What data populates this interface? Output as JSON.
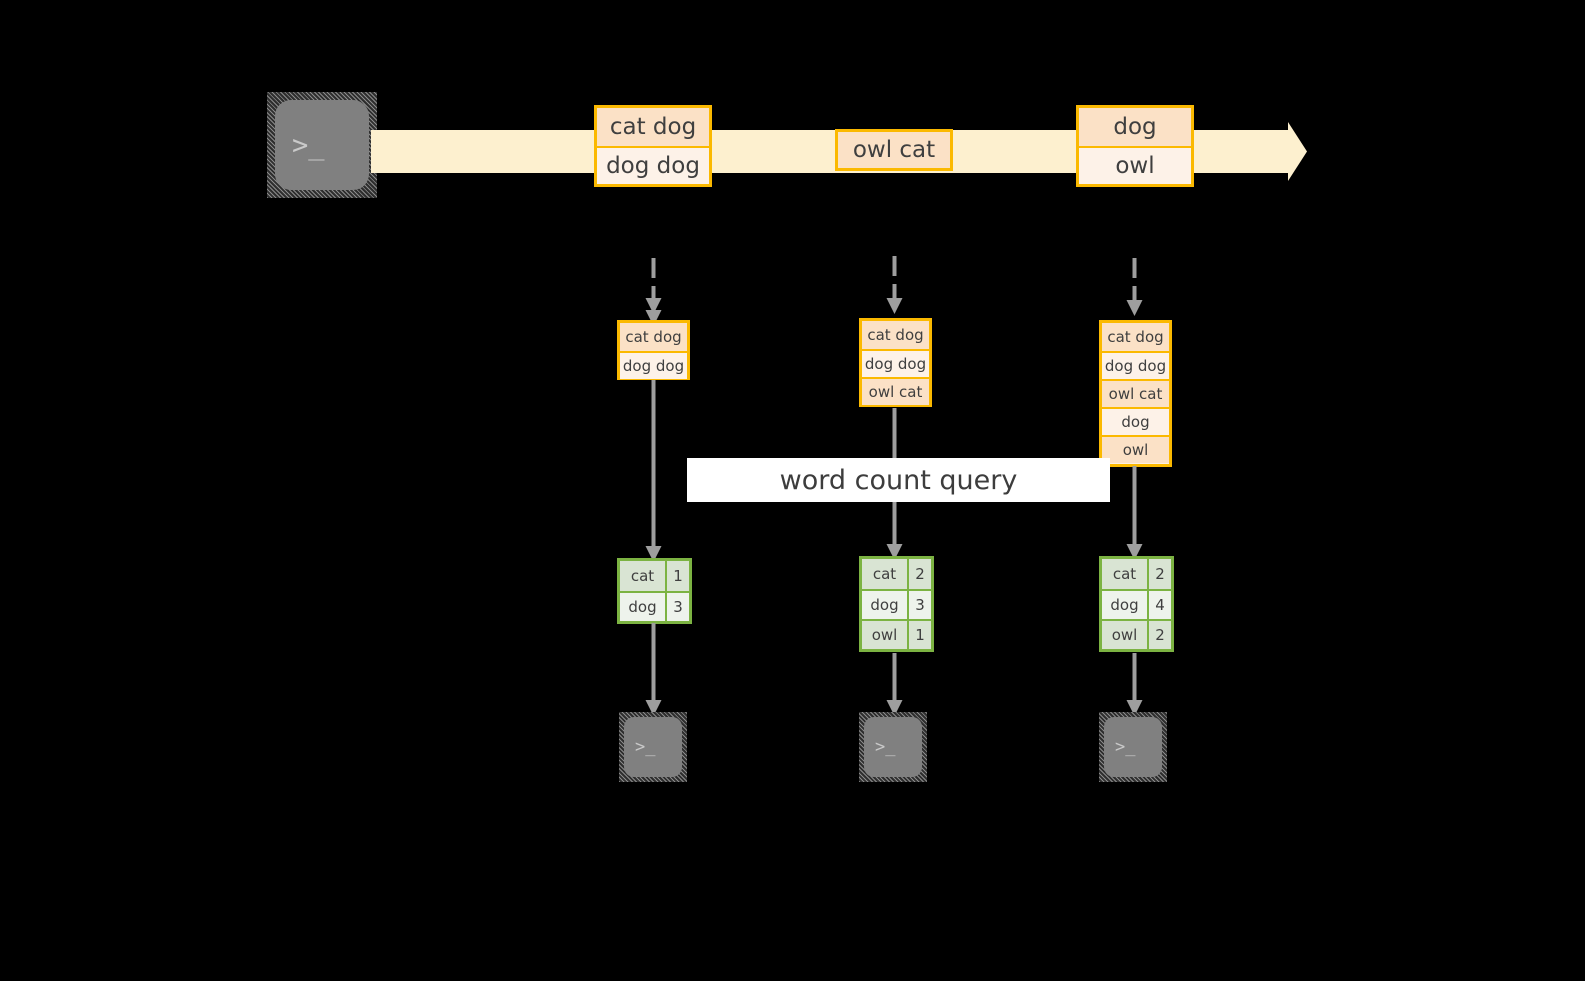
{
  "colors": {
    "background": "#000000",
    "stream_band": "#fdf0cf",
    "record_border": "#fbb900",
    "record_fill_dark": "#fbe1c6",
    "record_fill_light": "#fdf2e8",
    "result_border": "#7cb342",
    "result_fill_dark": "#d9e4d3",
    "result_fill_light": "#eef3ec",
    "terminal_body": "#808080",
    "arrow_gray": "#9e9e9e",
    "label_background": "#ffffff",
    "text": "#3f3f3f"
  },
  "terminal": {
    "prompt_glyph": ">_"
  },
  "stream": {
    "source_icon": "terminal-icon",
    "records": [
      {
        "lines": [
          "cat dog",
          "dog dog"
        ]
      },
      {
        "lines": [
          "owl cat"
        ]
      },
      {
        "lines": [
          "dog",
          "owl"
        ]
      }
    ]
  },
  "query": {
    "label": "word count query"
  },
  "columns": [
    {
      "id": "t1",
      "batch": {
        "lines": [
          "cat dog",
          "dog dog"
        ]
      },
      "result": {
        "rows": [
          {
            "word": "cat",
            "count": "1"
          },
          {
            "word": "dog",
            "count": "3"
          }
        ]
      },
      "sink_icon": "terminal-icon"
    },
    {
      "id": "t2",
      "batch": {
        "lines": [
          "cat dog",
          "dog dog",
          "owl cat"
        ]
      },
      "result": {
        "rows": [
          {
            "word": "cat",
            "count": "2"
          },
          {
            "word": "dog",
            "count": "3"
          },
          {
            "word": "owl",
            "count": "1"
          }
        ]
      },
      "sink_icon": "terminal-icon"
    },
    {
      "id": "t3",
      "batch": {
        "lines": [
          "cat dog",
          "dog dog",
          "owl cat",
          "dog",
          "owl"
        ]
      },
      "result": {
        "rows": [
          {
            "word": "cat",
            "count": "2"
          },
          {
            "word": "dog",
            "count": "4"
          },
          {
            "word": "owl",
            "count": "2"
          }
        ]
      },
      "sink_icon": "terminal-icon"
    }
  ]
}
